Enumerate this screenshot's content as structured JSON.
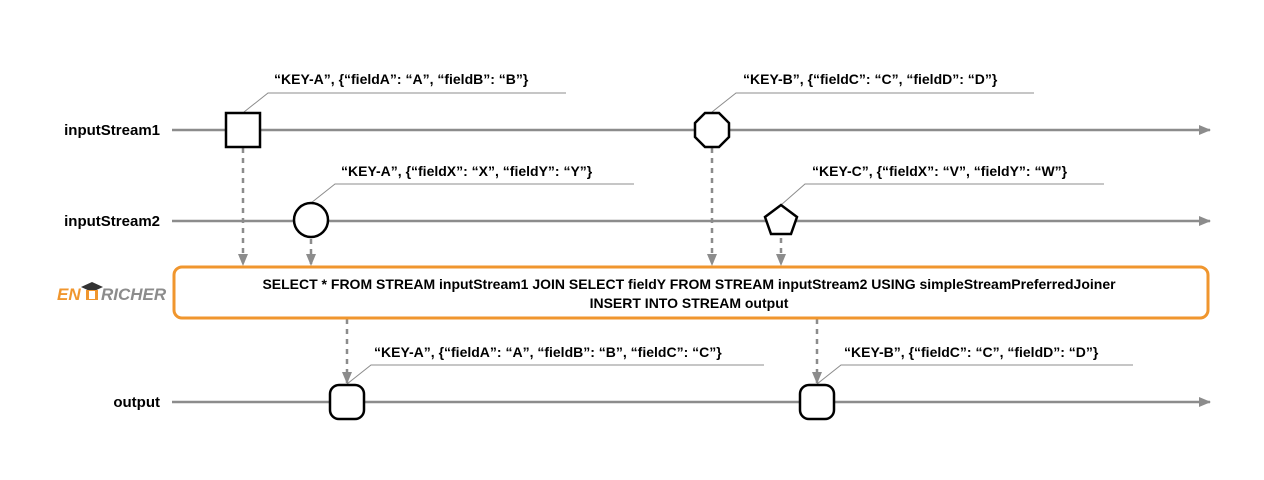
{
  "streams": {
    "input1": "inputStream1",
    "input2": "inputStream2",
    "output": "output"
  },
  "events": {
    "in1_a": "“KEY-A”, {“fieldA”: “A”, “fieldB”: “B”}",
    "in1_b": "“KEY-B”, {“fieldC”: “C”, “fieldD”: “D”}",
    "in2_a": "“KEY-A”, {“fieldX”: “X”, “fieldY”: “Y”}",
    "in2_c": "“KEY-C”, {“fieldX”: “V”, “fieldY”: “W”}",
    "out_a": "“KEY-A”, {“fieldA”: “A”, “fieldB”: “B”, “fieldC”: “C”}",
    "out_b": "“KEY-B”, {“fieldC”: “C”, “fieldD”: “D”}"
  },
  "query": {
    "line1": "SELECT * FROM STREAM inputStream1 JOIN SELECT fieldY FROM STREAM inputStream2  USING simpleStreamPreferredJoiner",
    "line2": "INSERT INTO STREAM output"
  },
  "logo": {
    "part1": "EN",
    "part2": "RICHER"
  },
  "colors": {
    "query_border": "#f0962e",
    "timeline": "#8c8c8c",
    "logo_orange": "#f0962e",
    "logo_gray": "#8c8c8c"
  },
  "icons": {
    "in1_a": "square",
    "in1_b": "octagon",
    "in2_a": "circle",
    "in2_c": "pentagon",
    "out_a": "rounded-square",
    "out_b": "rounded-square"
  }
}
